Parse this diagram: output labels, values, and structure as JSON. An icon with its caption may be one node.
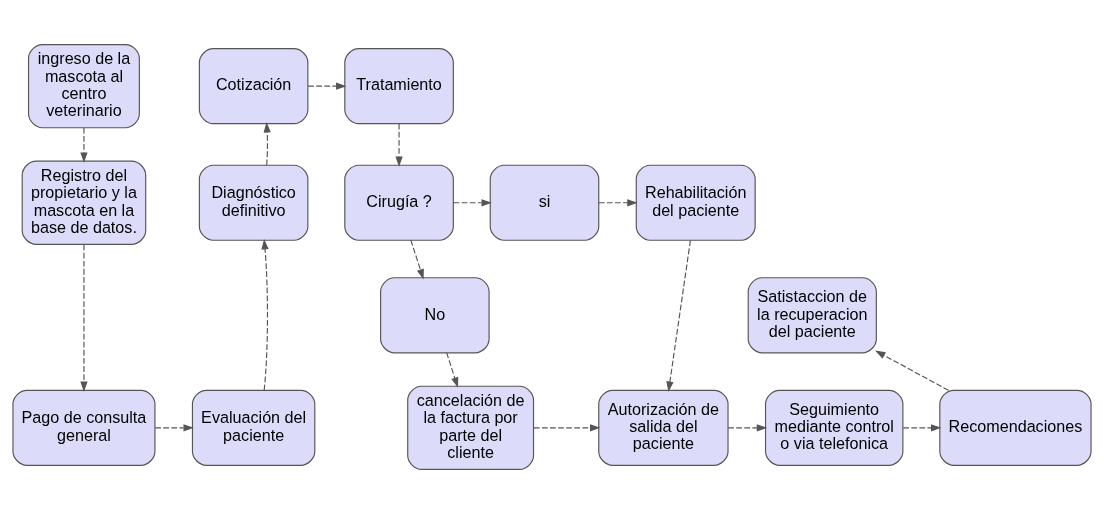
{
  "diagram": {
    "nodes": [
      {
        "text": [
          "ingreso de la mascota al centro veterinario"
        ]
      },
      {
        "text": [
          "Registro del propietario y la mascota en la base de datos."
        ]
      },
      {
        "text": [
          "Pago de consulta general"
        ]
      },
      {
        "text": [
          "Evaluación del paciente"
        ]
      },
      {
        "text": [
          "Diagnóstico definitivo"
        ]
      },
      {
        "text": [
          "Cotización"
        ]
      },
      {
        "text": [
          "Tratamiento"
        ]
      },
      {
        "text": [
          "Cirugía ?"
        ]
      },
      {
        "text": [
          "si"
        ]
      },
      {
        "text": [
          "Rehabilitación del paciente"
        ]
      },
      {
        "text": [
          "No"
        ]
      },
      {
        "text": [
          "cancelación de la factura por parte del cliente"
        ]
      },
      {
        "text": [
          "Autorización de salida del paciente"
        ]
      },
      {
        "text": [
          "Seguimiento mediante control o via telefonica"
        ]
      },
      {
        "text": [
          "Recomendaciones"
        ]
      },
      {
        "text": [
          "Satistaccion de la recuperacion del paciente"
        ]
      }
    ],
    "edges": [
      {
        "from": 0,
        "to": 1,
        "arrow": "to",
        "style": "dashed"
      },
      {
        "from": 1,
        "to": 2,
        "arrow": "to",
        "style": "dashed"
      },
      {
        "from": 2,
        "to": 3,
        "arrow": "to",
        "style": "dashed"
      },
      {
        "from": 3,
        "to": 4,
        "arrow": "to",
        "style": "dashed"
      },
      {
        "from": 4,
        "to": 5,
        "arrow": "to",
        "style": "dashed"
      },
      {
        "from": 5,
        "to": 6,
        "arrow": "to",
        "style": "dashed"
      },
      {
        "from": 6,
        "to": 7,
        "arrow": "to",
        "style": "dashed"
      },
      {
        "from": 7,
        "to": 8,
        "arrow": "to",
        "style": "dashed"
      },
      {
        "from": 8,
        "to": 9,
        "arrow": "to",
        "style": "dashed"
      },
      {
        "from": 7,
        "to": 10,
        "arrow": "to",
        "style": "dashed"
      },
      {
        "from": 10,
        "to": 11,
        "arrow": "to",
        "style": "dashed"
      },
      {
        "from": 9,
        "to": 12,
        "arrow": "to",
        "style": "dashed"
      },
      {
        "from": 11,
        "to": 12,
        "arrow": "to",
        "style": "dashed"
      },
      {
        "from": 12,
        "to": 13,
        "arrow": "to",
        "style": "dashed"
      },
      {
        "from": 13,
        "to": 14,
        "arrow": "to",
        "style": "dashed"
      },
      {
        "from": 14,
        "to": 15,
        "arrow": "to",
        "style": "dashed"
      }
    ]
  }
}
